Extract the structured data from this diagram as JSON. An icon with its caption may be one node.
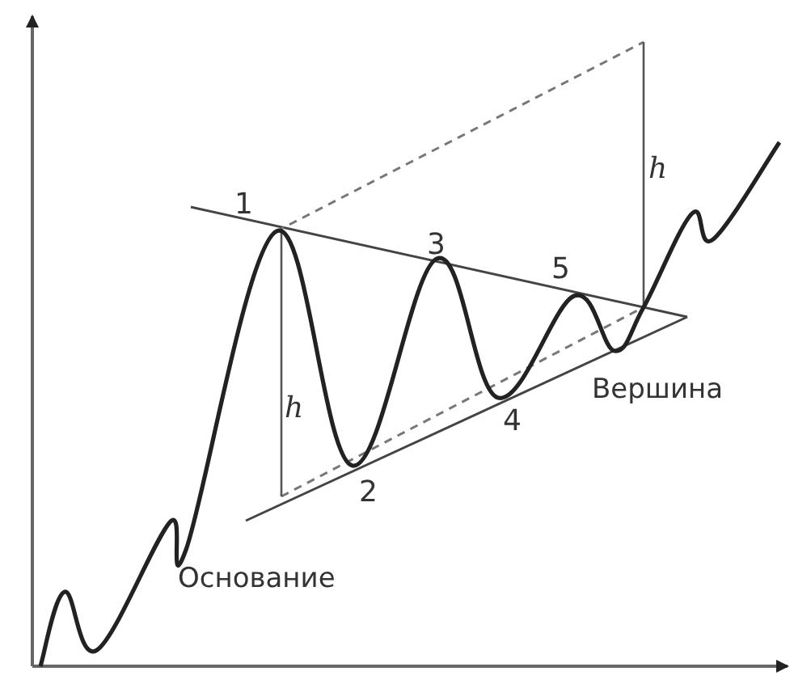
{
  "diagram": {
    "labels": [
      "1",
      "3",
      "5",
      "h",
      "h",
      "Вершина",
      "2",
      "4",
      "Основание"
    ]
  }
}
